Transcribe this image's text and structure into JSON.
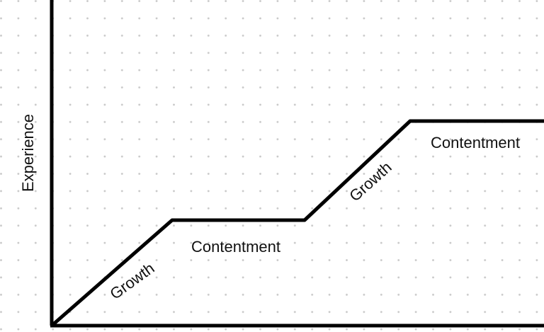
{
  "diagram": {
    "y_axis_label": "Experience",
    "segments": [
      {
        "phase": "growth",
        "label": "Growth"
      },
      {
        "phase": "contentment",
        "label": "Contentment"
      },
      {
        "phase": "growth",
        "label": "Growth"
      },
      {
        "phase": "contentment",
        "label": "Contentment"
      }
    ]
  },
  "colors": {
    "line": "#000000",
    "dot": "#c8c8c8",
    "background": "#ffffff"
  }
}
